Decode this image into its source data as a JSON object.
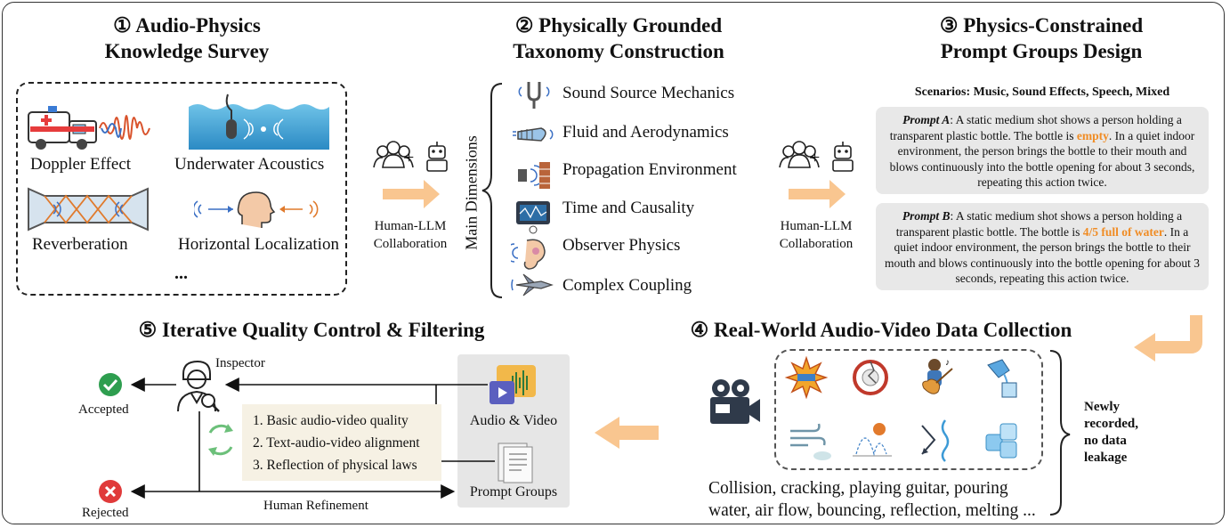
{
  "stage1": {
    "title_line1": "① Audio-Physics",
    "title_line2": "Knowledge Survey",
    "items": [
      "Doppler Effect",
      "Underwater Acoustics",
      "Reverberation",
      "Horizontal Localization"
    ],
    "ellipsis": "..."
  },
  "collab": {
    "line1": "Human-LLM",
    "line2": "Collaboration",
    "plus": "+"
  },
  "stage2": {
    "title_line1": "② Physically Grounded",
    "title_line2": "Taxonomy Construction",
    "axis_label": "Main Dimensions",
    "dimensions": [
      "Sound Source Mechanics",
      "Fluid and Aerodynamics",
      "Propagation Environment",
      "Time and Causality",
      "Observer Physics",
      "Complex Coupling"
    ]
  },
  "stage3": {
    "title_line1": "③ Physics-Constrained",
    "title_line2": "Prompt Groups Design",
    "scenarios": "Scenarios: Music, Sound Effects, Speech, Mixed",
    "promptA": {
      "label": "Prompt A",
      "pre": ": A static medium shot shows a person holding a transparent plastic bottle. The bottle is ",
      "highlight": "empty",
      "post": ". In a quiet indoor environment, the person brings the bottle to their mouth and blows continuously into the bottle opening for about 3 seconds, repeating this action twice."
    },
    "promptB": {
      "label": "Prompt B",
      "pre": ": A static medium shot shows a person holding a transparent plastic bottle. The bottle is ",
      "highlight": "4/5 full of water",
      "post": ". In a quiet indoor environment, the person brings the bottle to their mouth and blows continuously into the bottle opening for about 3 seconds, repeating this action twice."
    }
  },
  "stage4": {
    "title": "④ Real-World Audio-Video Data Collection",
    "caption_line1": "Collision, cracking, playing guitar, pouring",
    "caption_line2": "water, air flow, bouncing, reflection, melting ...",
    "note_line1": "Newly",
    "note_line2": "recorded,",
    "note_line3": "no data",
    "note_line4": "leakage"
  },
  "stage5": {
    "title": "⑤ Iterative Quality Control & Filtering",
    "inspector": "Inspector",
    "accepted": "Accepted",
    "rejected": "Rejected",
    "refinement": "Human Refinement",
    "checks": [
      "1. Basic audio-video quality",
      "2. Text-audio-video alignment",
      "3. Reflection of physical laws"
    ],
    "audio_video": "Audio & Video",
    "prompt_groups": "Prompt Groups"
  },
  "colors": {
    "accent_orange": "#f9c690",
    "highlight": "#f08c24",
    "accept_green": "#2e9e4f",
    "reject_red": "#e03a3a",
    "panel_gray": "#e6e6e6"
  }
}
